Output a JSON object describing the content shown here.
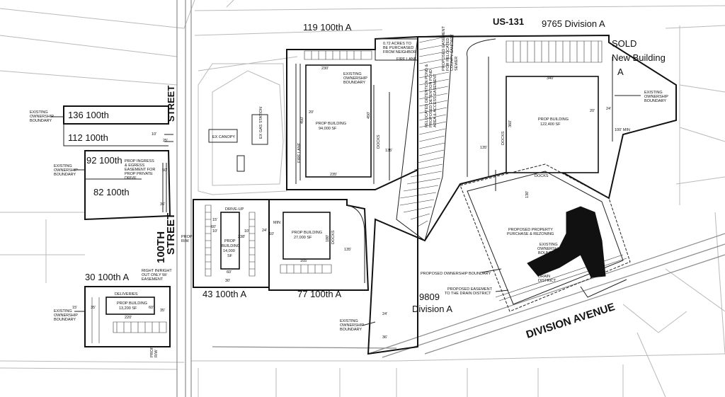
{
  "parcels": {
    "p136": "136 100th",
    "p112": "112 100th",
    "p92": "92 100th",
    "p82": "82 100th",
    "p30": "30 100th A",
    "p43": "43 100th A",
    "p77": "77 100th A",
    "p119": "119 100th A",
    "p9765": "9765 Division A",
    "p9809_1": "9809",
    "p9809_2": "Division A",
    "sold_1": "SOLD",
    "sold_2": "New Building",
    "sold_3": "A"
  },
  "roads": {
    "us131": "US-131",
    "st_100th": "100TH",
    "st_street": "STREET",
    "division": "DIVISION AVENUE"
  },
  "notes": {
    "existing_1": "EXISTING",
    "existing_2": "OWNERSHIP",
    "existing_3": "BOUNDARY",
    "acres_1": "0.72 ACRES TO",
    "acres_2": "BE PURCHASED",
    "acres_3": "FROM NEIGHBOR",
    "fire_lane": "FIRE LANE",
    "docks": "DOCKS",
    "deliveries": "DELIVERIES",
    "drive_up": "DRIVE-UP",
    "ingress_1": "PROP INGRESS",
    "ingress_2": "& EGRESS",
    "ingress_3": "EASEMENT FOR",
    "ingress_4": "PROP PRIVATE",
    "ingress_5": "DRIVE",
    "right_in_1": "RIGHT IN/RIGHT",
    "right_in_2": "OUT ONLY W/",
    "right_in_3": "EASEMENT",
    "prop_rw": "PROP",
    "rw": "R/W",
    "ex_canopy": "EX CANOPY",
    "ex_gas": "EX GAS STATION",
    "prop_purchase_1": "PROPOSED PROPERTY",
    "prop_purchase_2": "PURCHASE & REZONING",
    "prop_owner": "PROPOSED OWNERSHIP BOUNDARY",
    "prop_ease_1": "PROPOSED EASEMENT",
    "prop_ease_2": "TO THE DRAIN DISTRICT",
    "existing_bldg_1": "EXISTING",
    "existing_bldg_2": "OWNERSHIP",
    "existing_bldg_3": "BOUNDARY",
    "drain_1": "DRAIN",
    "drain_2": "DISTRICT",
    "detention_1": "RELOCATED DETENTION POND &",
    "detention_2": "PROPOSED DETENTION POND",
    "detention_3": "AREA & ACCESS EASEMENT",
    "sanitary_1": "PROPOSED EASEMENT",
    "sanitary_2": "FOR RELOCATED",
    "sanitary_3": "COUNTY SANITARY",
    "sanitary_4": "SEWER",
    "min": "MIN",
    "min100": "100' MIN"
  },
  "buildings": {
    "b94_1": "PROP BUILDING",
    "b94_2": "94,000 SF",
    "b122_1": "PROP BUILDING",
    "b122_2": "122,400 SF",
    "b27_1": "PROP BUILDING",
    "b27_2": "27,000 SF",
    "b14_1": "PROP",
    "b14_2": "BUILDING",
    "b14_3": "14,000",
    "b14_4": "SF",
    "b13_1": "PROP BUILDING",
    "b13_2": "13,200 SF"
  },
  "dims": {
    "d230": "230'",
    "d450a": "450'",
    "d450b": "450'",
    "d235": "235'",
    "d135a": "135'",
    "d20": "20'",
    "d340": "340'",
    "d360": "360'",
    "d135b": "135'",
    "d130": "130'",
    "d165": "165'",
    "d180": "180'",
    "d135c": "135'",
    "d60a": "60'",
    "d60b": "60'",
    "d60c": "60'",
    "d238": "238'",
    "d220": "220'",
    "d35a": "35'",
    "d35b": "35'",
    "d15": "15'",
    "d10": "10'",
    "d24": "24'",
    "d25": "25'",
    "d50": "50'",
    "d30": "30'",
    "d36": "36'"
  }
}
